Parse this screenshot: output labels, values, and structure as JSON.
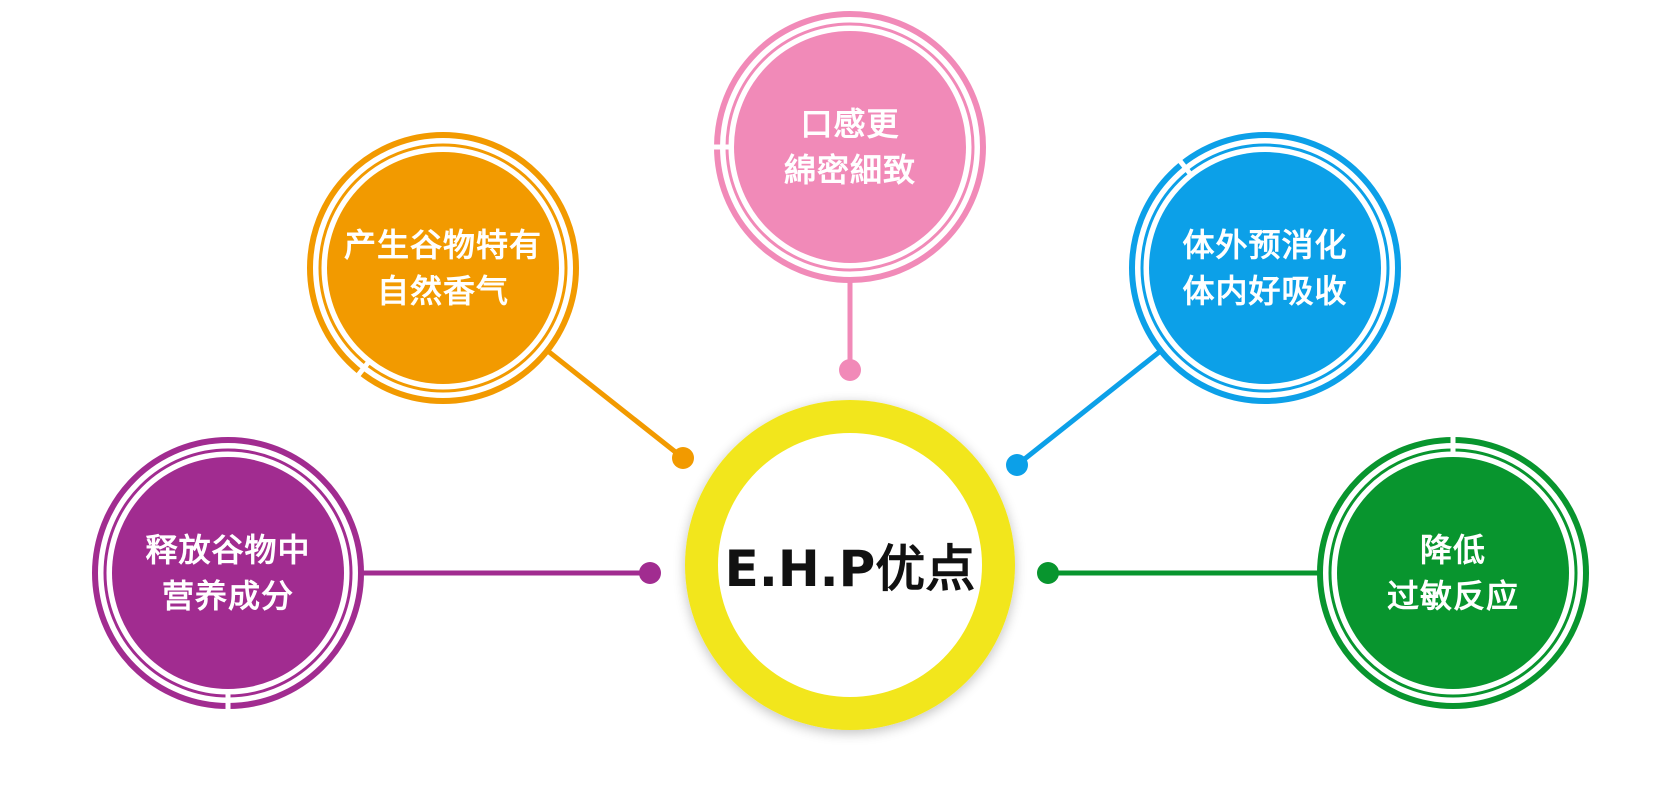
{
  "center": {
    "label": "E.H.P优点",
    "ring_color": "#F2E61C"
  },
  "nodes": [
    {
      "id": "aroma",
      "lines": [
        "产生谷物特有",
        "自然香气"
      ],
      "color": "#F29A00"
    },
    {
      "id": "texture",
      "lines": [
        "口感更",
        "綿密細致"
      ],
      "color": "#F18AB8"
    },
    {
      "id": "digestion",
      "lines": [
        "体外预消化",
        "体内好吸收"
      ],
      "color": "#0CA0E8"
    },
    {
      "id": "nutrients",
      "lines": [
        "释放谷物中",
        "营养成分"
      ],
      "color": "#A12C90"
    },
    {
      "id": "allergy",
      "lines": [
        "降低",
        "过敏反应"
      ],
      "color": "#08952E"
    }
  ]
}
